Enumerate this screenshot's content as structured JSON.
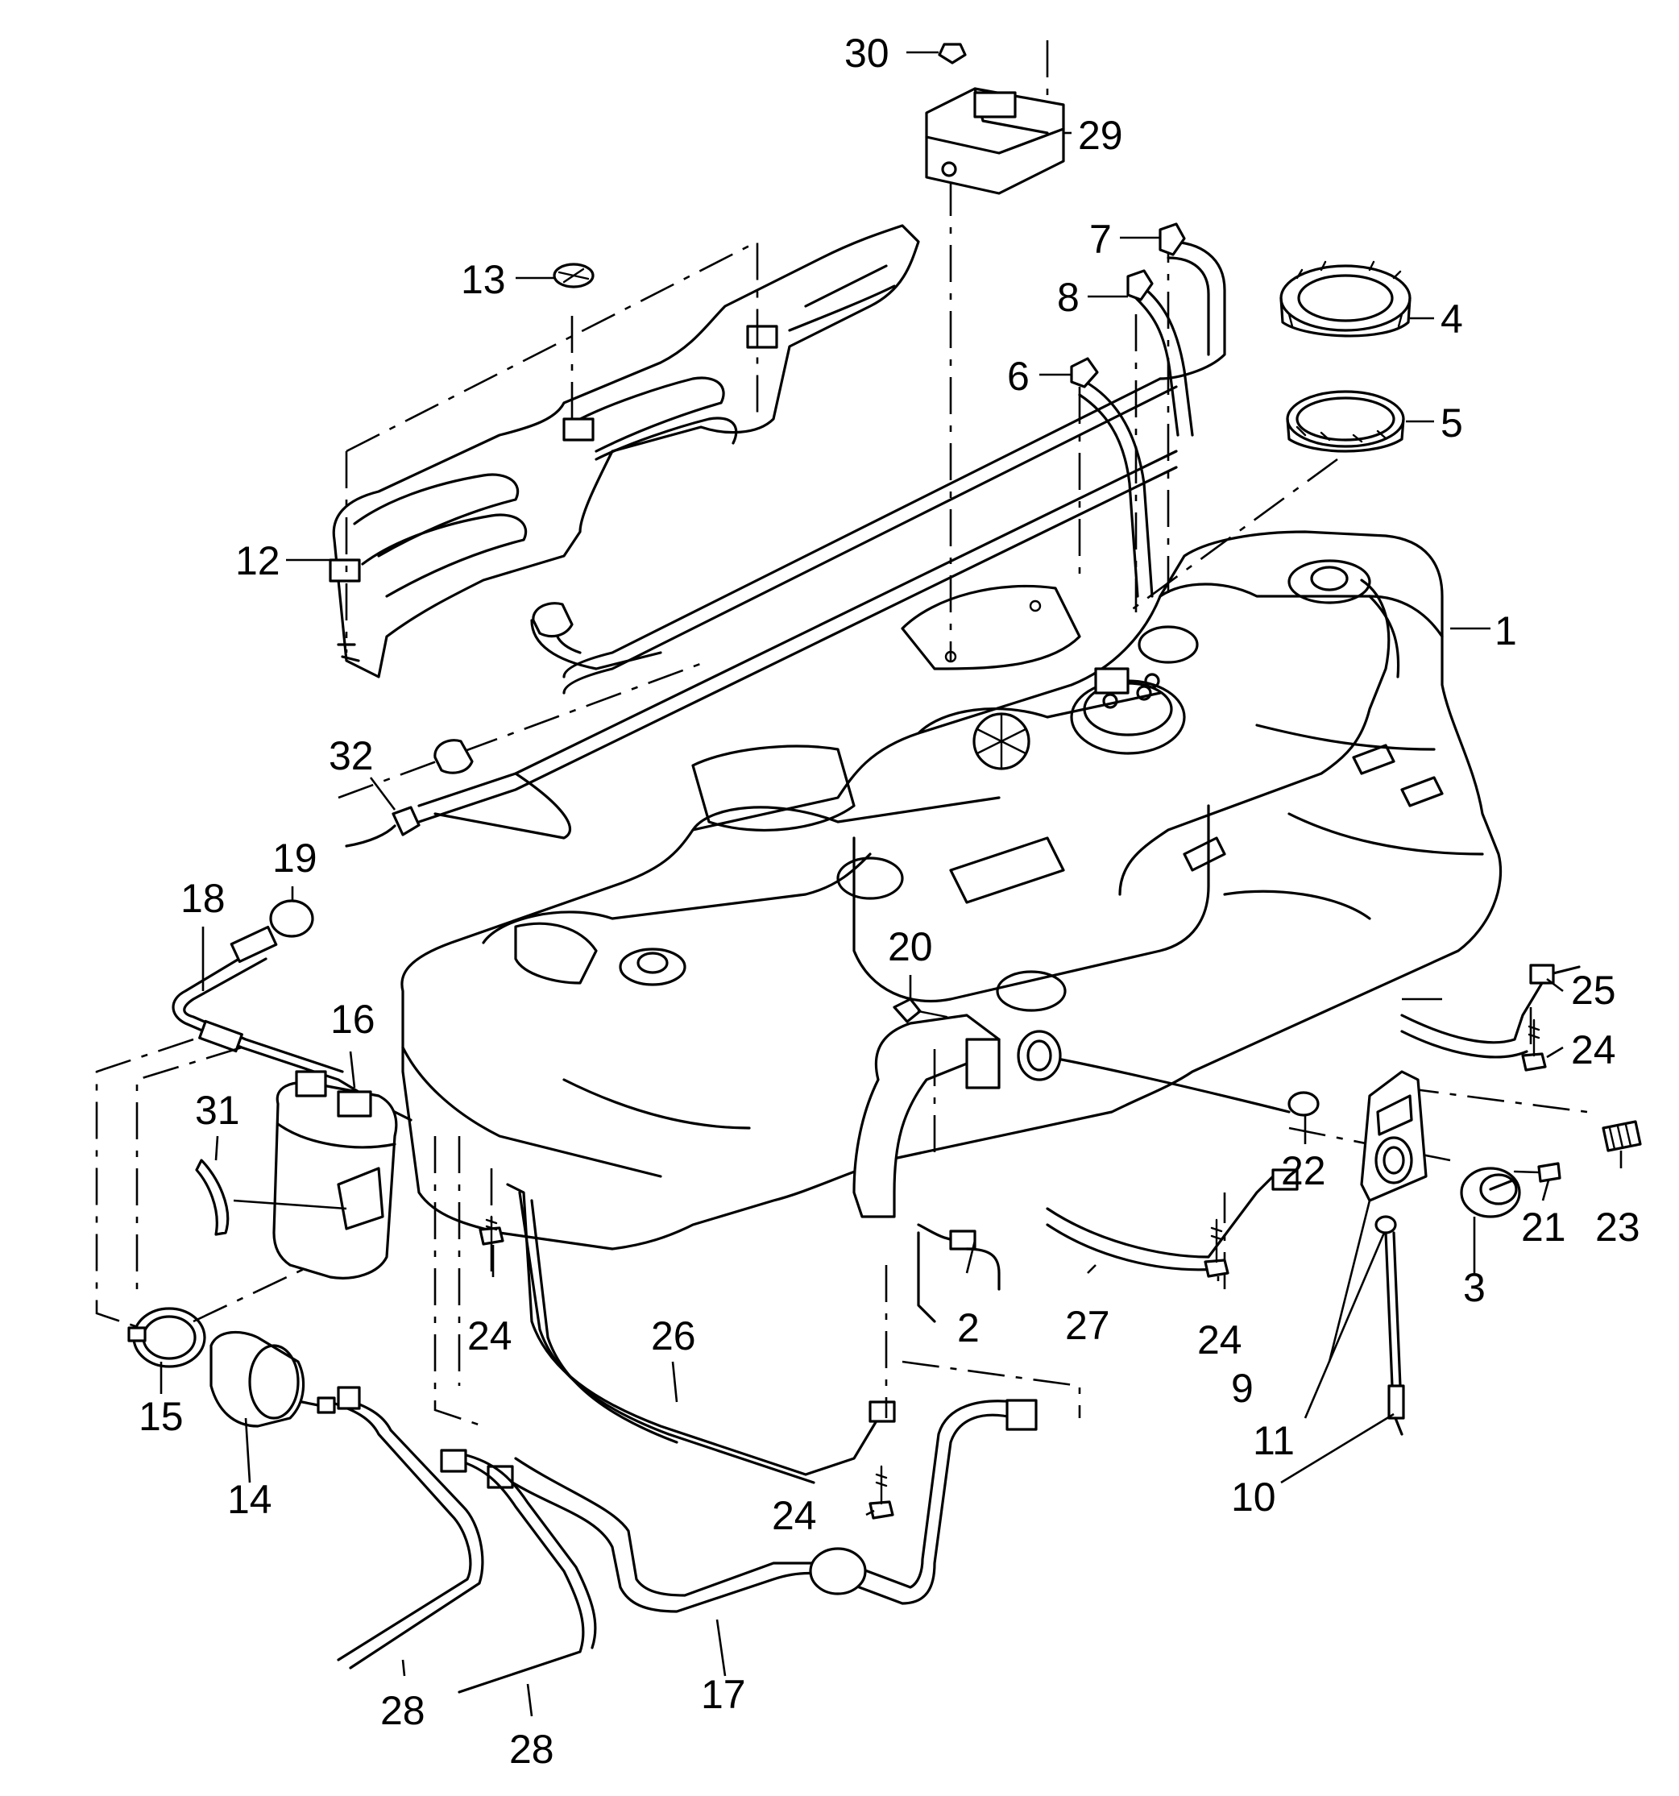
{
  "callouts": [
    {
      "id": "c1",
      "label": "1"
    },
    {
      "id": "c2",
      "label": "2"
    },
    {
      "id": "c3",
      "label": "3"
    },
    {
      "id": "c4",
      "label": "4"
    },
    {
      "id": "c5",
      "label": "5"
    },
    {
      "id": "c6",
      "label": "6"
    },
    {
      "id": "c7",
      "label": "7"
    },
    {
      "id": "c8",
      "label": "8"
    },
    {
      "id": "c9",
      "label": "9"
    },
    {
      "id": "c10",
      "label": "10"
    },
    {
      "id": "c11",
      "label": "11"
    },
    {
      "id": "c12",
      "label": "12"
    },
    {
      "id": "c13",
      "label": "13"
    },
    {
      "id": "c14",
      "label": "14"
    },
    {
      "id": "c15",
      "label": "15"
    },
    {
      "id": "c16",
      "label": "16"
    },
    {
      "id": "c17",
      "label": "17"
    },
    {
      "id": "c18",
      "label": "18"
    },
    {
      "id": "c19",
      "label": "19"
    },
    {
      "id": "c20",
      "label": "20"
    },
    {
      "id": "c21",
      "label": "21"
    },
    {
      "id": "c22",
      "label": "22"
    },
    {
      "id": "c23",
      "label": "23"
    },
    {
      "id": "c24a",
      "label": "24"
    },
    {
      "id": "c24b",
      "label": "24"
    },
    {
      "id": "c24c",
      "label": "24"
    },
    {
      "id": "c24d",
      "label": "24"
    },
    {
      "id": "c25",
      "label": "25"
    },
    {
      "id": "c26",
      "label": "26"
    },
    {
      "id": "c27",
      "label": "27"
    },
    {
      "id": "c28a",
      "label": "28"
    },
    {
      "id": "c28b",
      "label": "28"
    },
    {
      "id": "c29",
      "label": "29"
    },
    {
      "id": "c30",
      "label": "30"
    },
    {
      "id": "c31",
      "label": "31"
    },
    {
      "id": "c32",
      "label": "32"
    }
  ]
}
